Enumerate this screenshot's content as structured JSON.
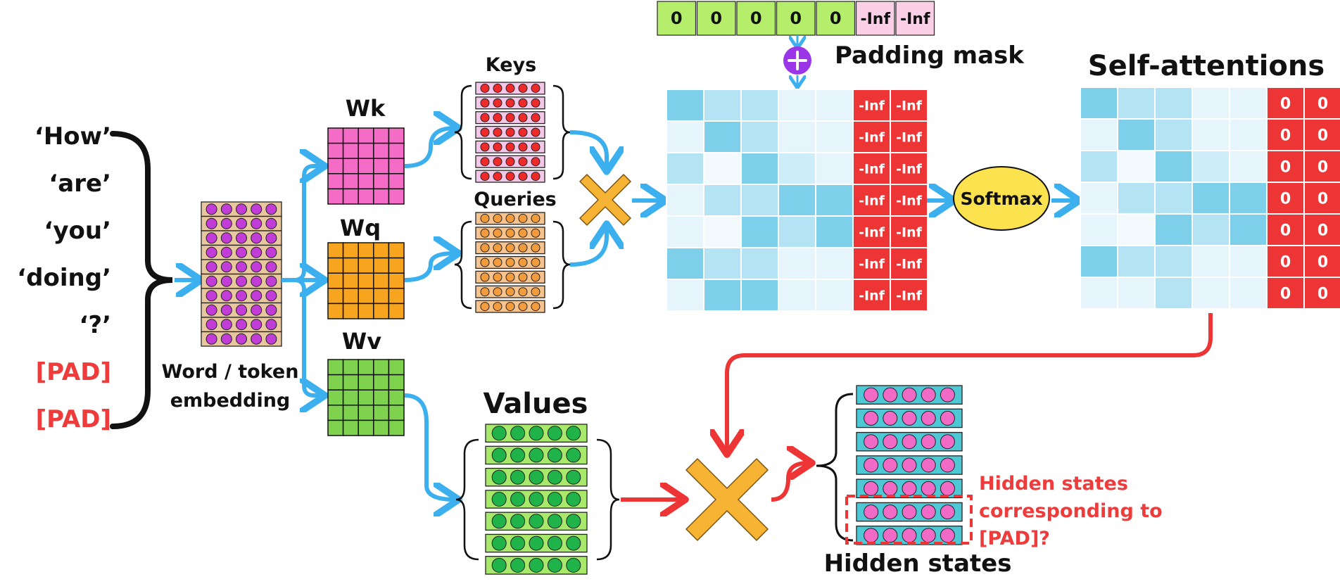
{
  "tokens": [
    "‘How’",
    "‘are’",
    "‘you’",
    "‘doing’",
    "‘?’",
    "[PAD]",
    "[PAD]"
  ],
  "embedding_label": [
    "Word / token",
    "embedding"
  ],
  "weights": {
    "wk": "Wk",
    "wq": "Wq",
    "wv": "Wv"
  },
  "keys_label": "Keys",
  "queries_label": "Queries",
  "values_label": "Values",
  "padding_mask_label": "Padding mask",
  "padding_mask": [
    "0",
    "0",
    "0",
    "0",
    "0",
    "-Inf",
    "-Inf"
  ],
  "scores_inf": "-Inf",
  "softmax_label": "Softmax",
  "self_attentions_label": "Self-attentions",
  "attn_zero": "0",
  "hidden_states_label": "Hidden states",
  "pad_question": [
    "Hidden states",
    "corresponding to",
    "[PAD]?"
  ],
  "colors": {
    "token_text": "#111111",
    "pad_text": "#ee3b3b",
    "arrow_blue": "#3cb0ee",
    "arrow_red": "#ee3535",
    "embedding_bg": "#e8c79e",
    "embedding_dot": "#c23cd8",
    "wk": "#f56cc6",
    "wq": "#f7a51f",
    "wv": "#7fd24e",
    "key_bg": "#f2c7e8",
    "key_dot": "#ee2a2a",
    "query_bg": "#f7c38e",
    "query_dot": "#f39c3e",
    "value_bg": "#a8e86a",
    "value_dot": "#1fb34a",
    "hidden_bg": "#4fc8d6",
    "hidden_dot": "#f06ac6",
    "mask_zero": "#b5ee6a",
    "mask_inf": "#fbd0e6",
    "inf_cell": "#ee3535",
    "multiply": "#f7b333",
    "softmax": "#fde24f",
    "plus": "#9b36e8"
  },
  "scores_shades": [
    [
      "#7ecfe9",
      "#b4e3f3",
      "#b4e3f3",
      "#e6f5fb",
      "#e6f5fb"
    ],
    [
      "#e6f5fb",
      "#7ecfe9",
      "#b4e3f3",
      "#e6f5fb",
      "#e6f5fb"
    ],
    [
      "#b4e3f3",
      "#f3fafd",
      "#7ecfe9",
      "#cdeef8",
      "#e6f5fb"
    ],
    [
      "#e6f5fb",
      "#b4e3f3",
      "#b4e3f3",
      "#7ecfe9",
      "#7ecfe9"
    ],
    [
      "#e6f5fb",
      "#f3fafd",
      "#7ecfe9",
      "#b4e3f3",
      "#7ecfe9"
    ],
    [
      "#7ecfe9",
      "#b4e3f3",
      "#b4e3f3",
      "#e6f5fb",
      "#e6f5fb"
    ],
    [
      "#e6f5fb",
      "#7ecfe9",
      "#7ecfe9",
      "#e6f5fb",
      "#e6f5fb"
    ]
  ],
  "attn_shades": [
    [
      "#7ecfe9",
      "#b4e3f3",
      "#b4e3f3",
      "#e6f5fb",
      "#e6f5fb"
    ],
    [
      "#e6f5fb",
      "#7ecfe9",
      "#b4e3f3",
      "#e6f5fb",
      "#e6f5fb"
    ],
    [
      "#b4e3f3",
      "#f3fafd",
      "#7ecfe9",
      "#cdeef8",
      "#e6f5fb"
    ],
    [
      "#e6f5fb",
      "#b4e3f3",
      "#b4e3f3",
      "#7ecfe9",
      "#7ecfe9"
    ],
    [
      "#e6f5fb",
      "#f3fafd",
      "#7ecfe9",
      "#b4e3f3",
      "#7ecfe9"
    ],
    [
      "#7ecfe9",
      "#b4e3f3",
      "#b4e3f3",
      "#e6f5fb",
      "#e6f5fb"
    ],
    [
      "#e6f5fb",
      "#e6f5fb",
      "#b4e3f3",
      "#e6f5fb",
      "#e6f5fb"
    ]
  ]
}
